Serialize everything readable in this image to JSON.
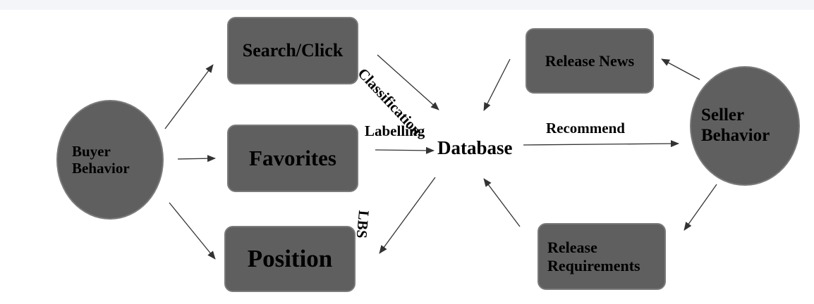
{
  "nodes": {
    "buyer_behavior": "Buyer\nBehavior",
    "search_click": "Search/Click",
    "favorites": "Favorites",
    "position": "Position",
    "database": "Database",
    "release_news": "Release News",
    "release_requirements": "Release\nRequirements",
    "seller_behavior": "Seller\nBehavior"
  },
  "edge_labels": {
    "classification": "Classification",
    "labelling": "Labelling",
    "lbs": "LBS",
    "recommend": "Recommend"
  },
  "colors": {
    "node_fill": "#5f5f5f",
    "node_border": "#7a7a7a",
    "arrow": "#333333"
  }
}
